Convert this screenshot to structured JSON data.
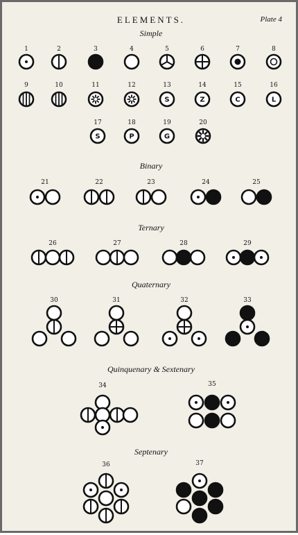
{
  "title": "ELEMENTS.",
  "plate": "Plate 4",
  "sections": {
    "simple": "Simple",
    "binary": "Binary",
    "ternary": "Ternary",
    "quaternary": "Quaternary",
    "quinquenary": "Quinquenary & Sextenary",
    "septenary": "Septenary"
  },
  "symbol_letters": {
    "S": "S",
    "Z": "Z",
    "C": "C",
    "L": "L",
    "P": "P",
    "G": "G"
  },
  "numbers": [
    "1",
    "2",
    "3",
    "4",
    "5",
    "6",
    "7",
    "8",
    "9",
    "10",
    "11",
    "12",
    "13",
    "14",
    "15",
    "16",
    "17",
    "18",
    "19",
    "20",
    "21",
    "22",
    "23",
    "24",
    "25",
    "26",
    "27",
    "28",
    "29",
    "30",
    "31",
    "32",
    "33",
    "34",
    "35",
    "36",
    "37"
  ],
  "elements": [
    {
      "n": "1",
      "type": "dot"
    },
    {
      "n": "2",
      "type": "vline"
    },
    {
      "n": "3",
      "type": "filled"
    },
    {
      "n": "4",
      "type": "empty"
    },
    {
      "n": "5",
      "type": "tri"
    },
    {
      "n": "6",
      "type": "plus"
    },
    {
      "n": "7",
      "type": "bigdot"
    },
    {
      "n": "8",
      "type": "ring"
    },
    {
      "n": "9",
      "type": "bars"
    },
    {
      "n": "10",
      "type": "bars"
    },
    {
      "n": "11",
      "type": "star"
    },
    {
      "n": "12",
      "type": "star"
    },
    {
      "n": "13",
      "type": "letter",
      "letter": "S"
    },
    {
      "n": "14",
      "type": "letter",
      "letter": "Z"
    },
    {
      "n": "15",
      "type": "letter",
      "letter": "C"
    },
    {
      "n": "16",
      "type": "letter",
      "letter": "L"
    },
    {
      "n": "17",
      "type": "letter",
      "letter": "S"
    },
    {
      "n": "18",
      "type": "letter",
      "letter": "P"
    },
    {
      "n": "19",
      "type": "letter",
      "letter": "G"
    },
    {
      "n": "20",
      "type": "bigstar"
    }
  ]
}
